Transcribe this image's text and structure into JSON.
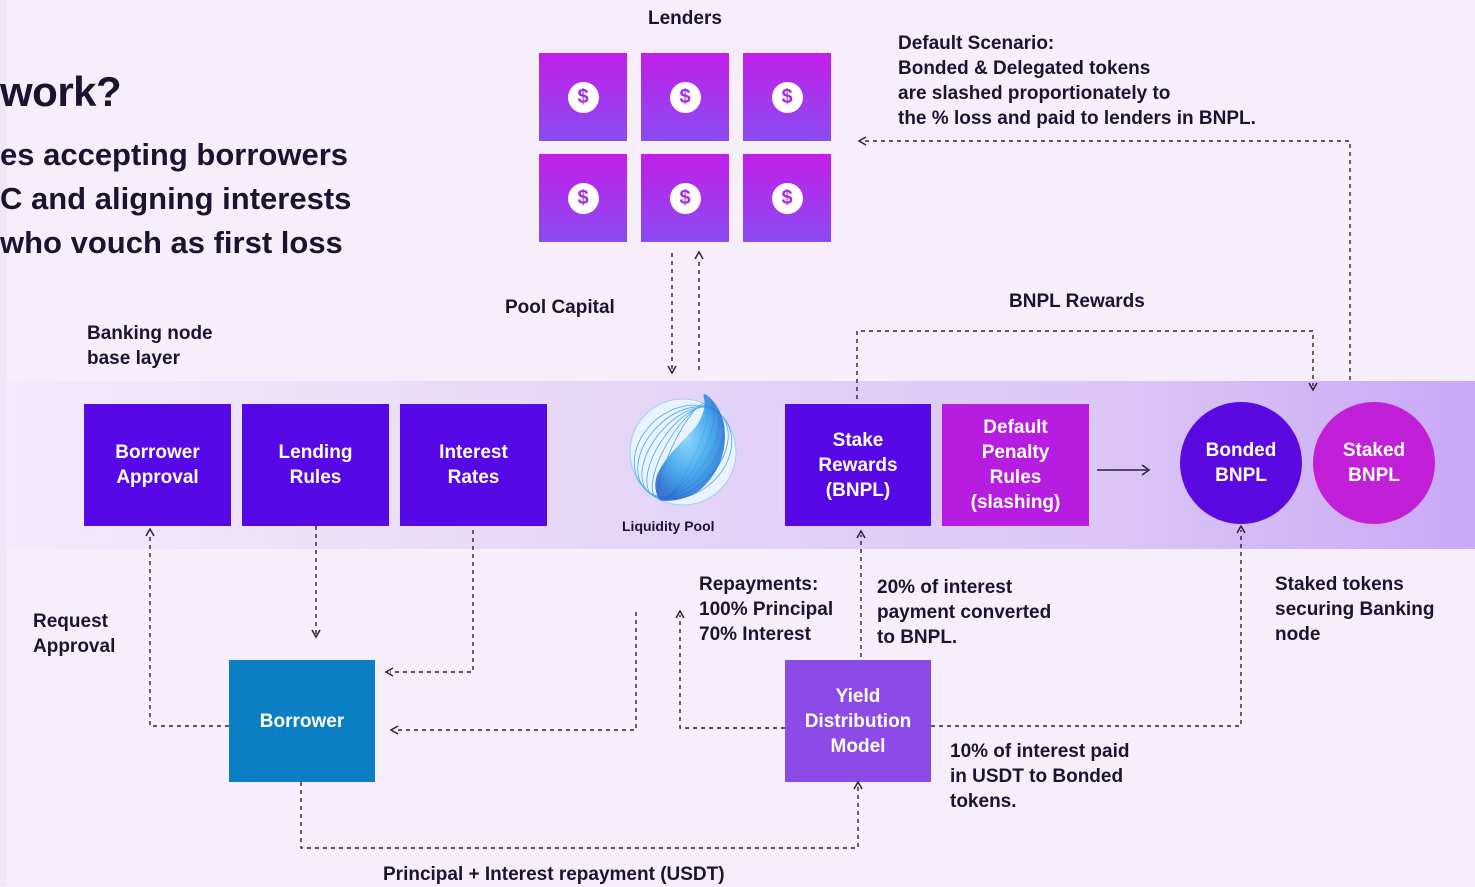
{
  "heading": "work?",
  "intro": [
    "es accepting borrowers",
    "C and aligning interests",
    "who vouch as first loss"
  ],
  "lenders": {
    "title": "Lenders",
    "coin_symbol": "$",
    "count": 6
  },
  "default_scenario": {
    "lines": [
      "Default Scenario:",
      "Bonded & Delegated tokens",
      "are slashed proportionately to",
      "the % loss and paid to lenders in BNPL."
    ]
  },
  "labels": {
    "pool_capital": "Pool Capital",
    "bnpl_rewards": "BNPL Rewards",
    "banking_node": "Banking node\nbase layer",
    "request_approval": "Request\nApproval",
    "repayments": "Repayments:\n100% Principal\n70% Interest",
    "interest_20": "20% of interest\npayment converted\nto BNPL.",
    "interest_10": "10% of interest paid\nin USDT to Bonded\ntokens.",
    "staked_tokens": "Staked tokens\nsecuring Banking\nnode",
    "principal_repayment": "Principal + Interest repayment (USDT)",
    "liquidity_pool": "Liquidity Pool"
  },
  "boxes": {
    "borrower_approval": "Borrower\nApproval",
    "lending_rules": "Lending\nRules",
    "interest_rates": "Interest\nRates",
    "stake_rewards": "Stake\nRewards\n(BNPL)",
    "default_penalty": "Default\nPenalty\nRules\n(slashing)",
    "bonded_bnpl": "Bonded\nBNPL",
    "staked_bnpl": "Staked\nBNPL",
    "borrower": "Borrower",
    "yield_model": "Yield\nDistribution\nModel"
  },
  "colors": {
    "primary_purple": "#5608e6",
    "magenta": "#b61de0",
    "borrower_blue": "#0b7ec4",
    "yield_purple": "#8c4ae6",
    "staked_pink": "#c21fd9",
    "liquidity_blue": "#2f9be8"
  },
  "icons": {
    "liquidity_pool": "liquidity-pool-sphere-icon",
    "lender": "dollar-coin-icon"
  }
}
